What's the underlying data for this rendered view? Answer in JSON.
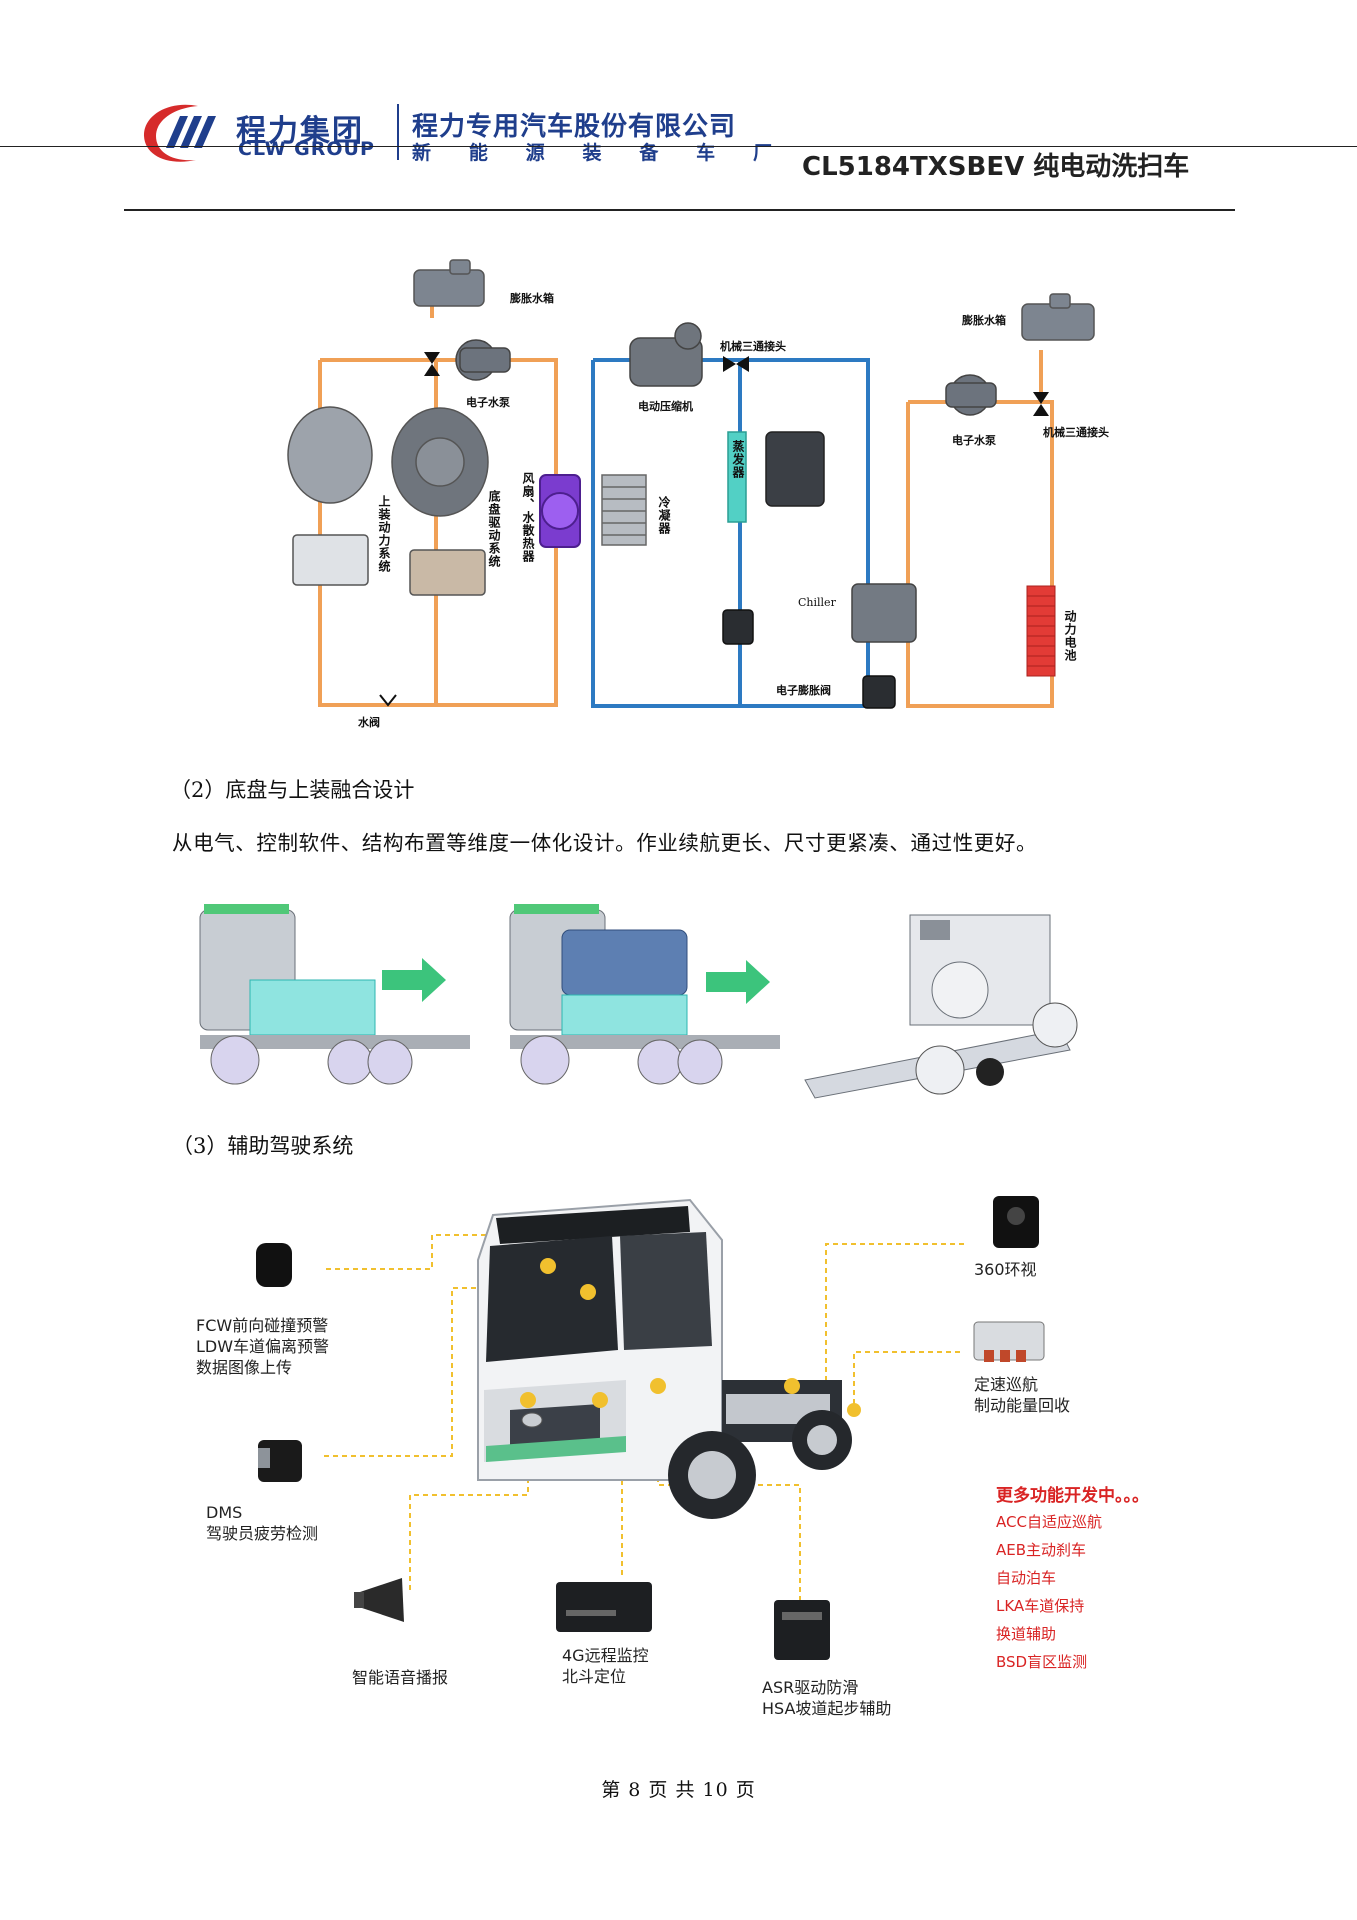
{
  "header": {
    "brand_cn": "程力集团",
    "brand_en": "CLW GROUP",
    "company_cn": "程力专用汽车股份有限公司",
    "company_sub": [
      "新",
      "能",
      "源",
      "装",
      "备",
      "车",
      "厂"
    ],
    "doc_title": "CL5184TXSBEV 纯电动洗扫车"
  },
  "thermal_diagram": {
    "left": {
      "expansion_tank": "膨胀水箱",
      "pump": "电子水泵",
      "upper_power": "上装动力系统",
      "chassis_drive": "底盘驱动系统",
      "fan_radiator": "风扇、水散热器",
      "valve": "水阀"
    },
    "middle": {
      "compressor": "电动压缩机",
      "tee": "机械三通接头",
      "evaporator": "蒸发器",
      "condenser": "冷凝器",
      "chiller": "Chiller",
      "expansion_valve": "电子膨胀阀"
    },
    "right": {
      "expansion_tank": "膨胀水箱",
      "pump": "电子水泵",
      "tee": "机械三通接头",
      "battery": "动力电池"
    }
  },
  "section2": {
    "heading": "（2）底盘与上装融合设计",
    "paragraph": "从电气、控制软件、结构布置等维度一体化设计。作业续航更长、尺寸更紧凑、通过性更好。"
  },
  "section3": {
    "heading": "（3）辅助驾驶系统"
  },
  "adas": {
    "fcw": [
      "FCW前向碰撞预警",
      "LDW车道偏离预警",
      "数据图像上传"
    ],
    "dms": [
      "DMS",
      "驾驶员疲劳检测"
    ],
    "voice": "智能语音播报",
    "remote": [
      "4G远程监控",
      "北斗定位"
    ],
    "asr": [
      "ASR驱动防滑",
      "HSA坡道起步辅助"
    ],
    "surround": "360环视",
    "cruise": [
      "定速巡航",
      "制动能量回收"
    ],
    "more_title": "更多功能开发中。。。",
    "more_items": [
      "ACC自适应巡航",
      "AEB主动刹车",
      "自动泊车",
      "LKA车道保持",
      "换道辅助",
      "BSD盲区监测"
    ]
  },
  "footer": {
    "page": "第 8 页 共 10 页"
  }
}
